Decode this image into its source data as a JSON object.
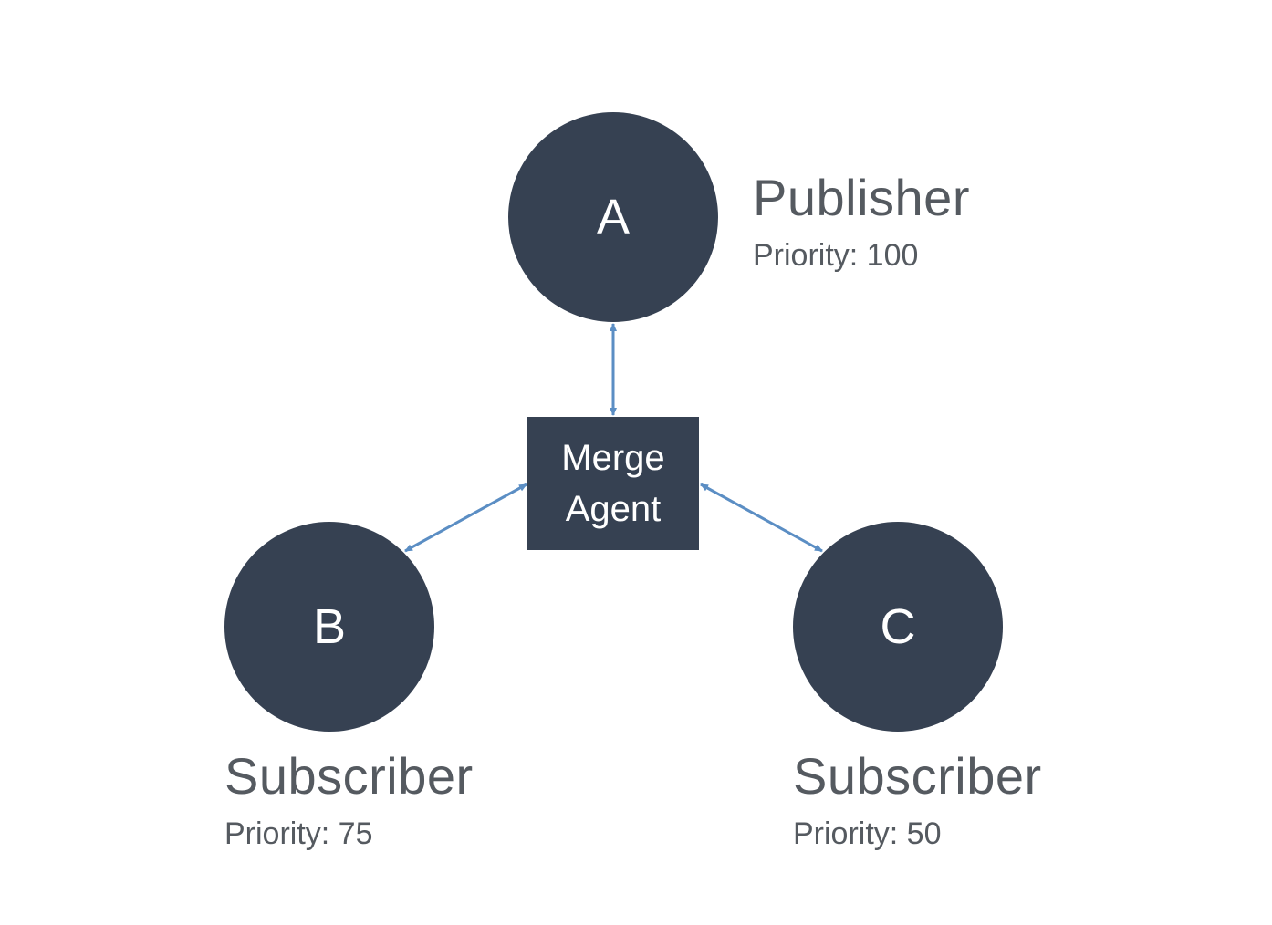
{
  "diagram": {
    "colors": {
      "node_fill": "#364152",
      "node_text": "#ffffff",
      "label_text": "#555a60",
      "arrow": "#5b8ec4"
    },
    "agent": {
      "line1": "Merge",
      "line2": "Agent"
    },
    "nodes": [
      {
        "id": "A",
        "letter": "A",
        "role": "Publisher",
        "priority": "Priority: 100"
      },
      {
        "id": "B",
        "letter": "B",
        "role": "Subscriber",
        "priority": "Priority: 75"
      },
      {
        "id": "C",
        "letter": "C",
        "role": "Subscriber",
        "priority": "Priority: 50"
      }
    ],
    "connections": [
      {
        "from": "Merge Agent",
        "to": "A",
        "direction": "bidirectional"
      },
      {
        "from": "Merge Agent",
        "to": "B",
        "direction": "bidirectional"
      },
      {
        "from": "Merge Agent",
        "to": "C",
        "direction": "bidirectional"
      }
    ]
  }
}
